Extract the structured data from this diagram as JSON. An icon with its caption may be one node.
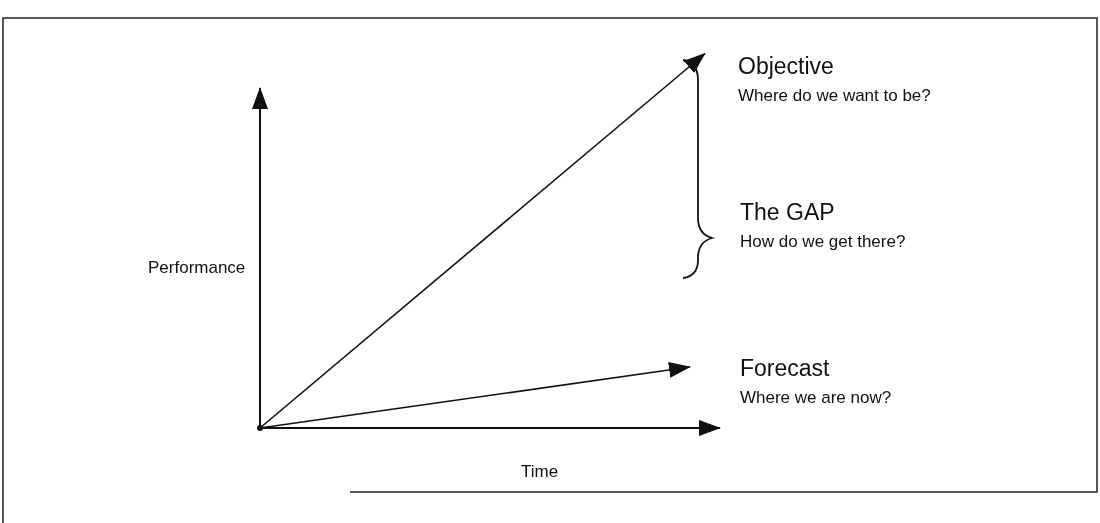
{
  "diagram": {
    "nodes": [
      {
        "text": [
          "Objective",
          "Where do we want to be?"
        ]
      },
      {
        "text": [
          "The GAP",
          "How do we get there?"
        ]
      },
      {
        "text": [
          "Forecast",
          "Where we are now?"
        ]
      },
      {
        "text": [],
        "shape": "point"
      }
    ],
    "edges": [
      {
        "from": 3,
        "to": 0,
        "arrow": "to"
      },
      {
        "from": 3,
        "to": 2,
        "arrow": "to"
      }
    ],
    "labels": [
      "Performance",
      "Time"
    ]
  }
}
